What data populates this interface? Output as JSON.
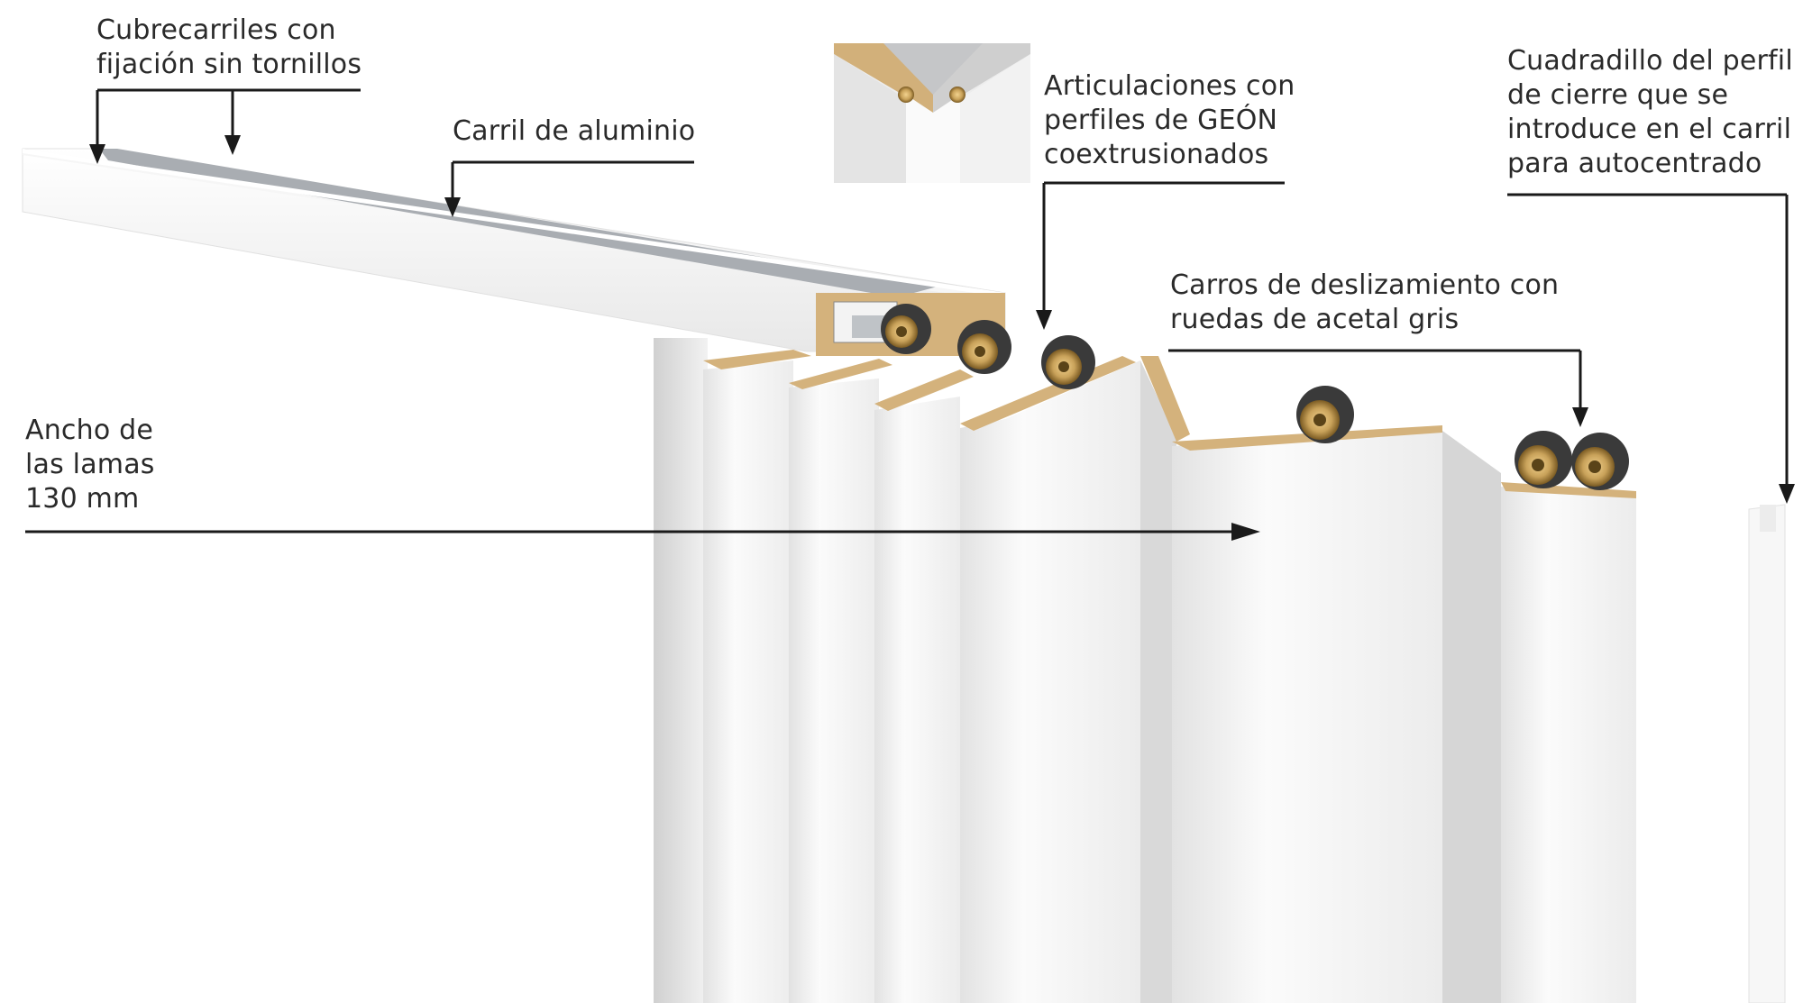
{
  "labels": {
    "cubrecarriles": "Cubrecarriles con\nfijación sin tornillos",
    "carril": "Carril de aluminio",
    "articulaciones": "Articulaciones con\nperfiles de GEÓN\ncoextrusionados",
    "cuadradillo": "Cuadradillo del perfil\nde cierre que se\nintroduce en el carril\npara autocentrado",
    "carros": "Carros de deslizamiento con\nruedas de acetal gris",
    "ancho": "Ancho de\nlas lamas\n130 mm"
  },
  "colors": {
    "text": "#2a2a2a",
    "arrow": "#1a1a1a",
    "panel": "#f4f4f4",
    "rail_groove": "#a9adb2",
    "wood": "#d4b27c",
    "wheel": "#3a3a3a",
    "hub": "#c9a25a"
  }
}
